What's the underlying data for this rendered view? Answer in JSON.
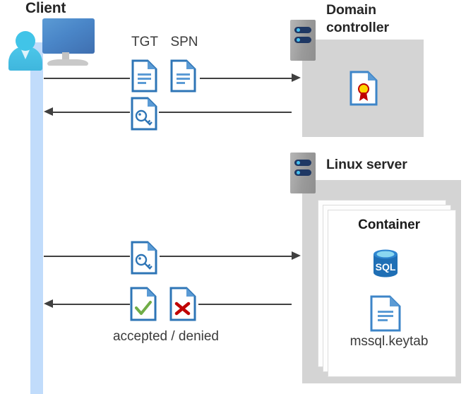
{
  "diagram": {
    "title_client": "Client",
    "nodes": {
      "domain_controller": "Domain\ncontroller",
      "domain_controller_line1": "Domain",
      "domain_controller_line2": "controller",
      "linux_server": "Linux server",
      "container": "Container"
    },
    "labels": {
      "tgt": "TGT",
      "spn": "SPN",
      "accepted_denied": "accepted / denied",
      "keytab_file": "mssql.keytab"
    },
    "icons": {
      "client": "client-computer-user-icon",
      "server_dc": "server-rack-icon",
      "server_linux": "server-rack-icon",
      "tgt_doc": "document-lines-icon",
      "spn_doc": "document-lines-icon",
      "ticket_key_doc_top": "document-key-icon",
      "ticket_key_doc_bottom": "document-key-icon",
      "certificate": "document-certificate-icon",
      "accepted": "document-check-icon",
      "denied": "document-cross-icon",
      "sql_database": "sql-database-icon",
      "keytab_doc": "document-lines-icon"
    },
    "flows": [
      {
        "id": "flow-1",
        "direction": "right",
        "from": "client",
        "to": "domain-controller",
        "payload": "TGT + SPN"
      },
      {
        "id": "flow-2",
        "direction": "left",
        "from": "domain-controller",
        "to": "client",
        "payload": "service ticket"
      },
      {
        "id": "flow-3",
        "direction": "right",
        "from": "client",
        "to": "linux-server",
        "payload": "service ticket"
      },
      {
        "id": "flow-4",
        "direction": "left",
        "from": "linux-server",
        "to": "client",
        "payload": "accepted / denied"
      }
    ],
    "colors": {
      "lifeline": "#c1dcfb",
      "zone_gray": "#d4d4d4",
      "arrow": "#404040",
      "doc_blue": "#3d85c8",
      "accent_blue": "#2e75b6",
      "check_green": "#70ad47",
      "cross_red": "#c00000",
      "sql_blue": "#1f6fb5",
      "title_text": "#262626",
      "body_text": "#3b3b3b"
    }
  }
}
